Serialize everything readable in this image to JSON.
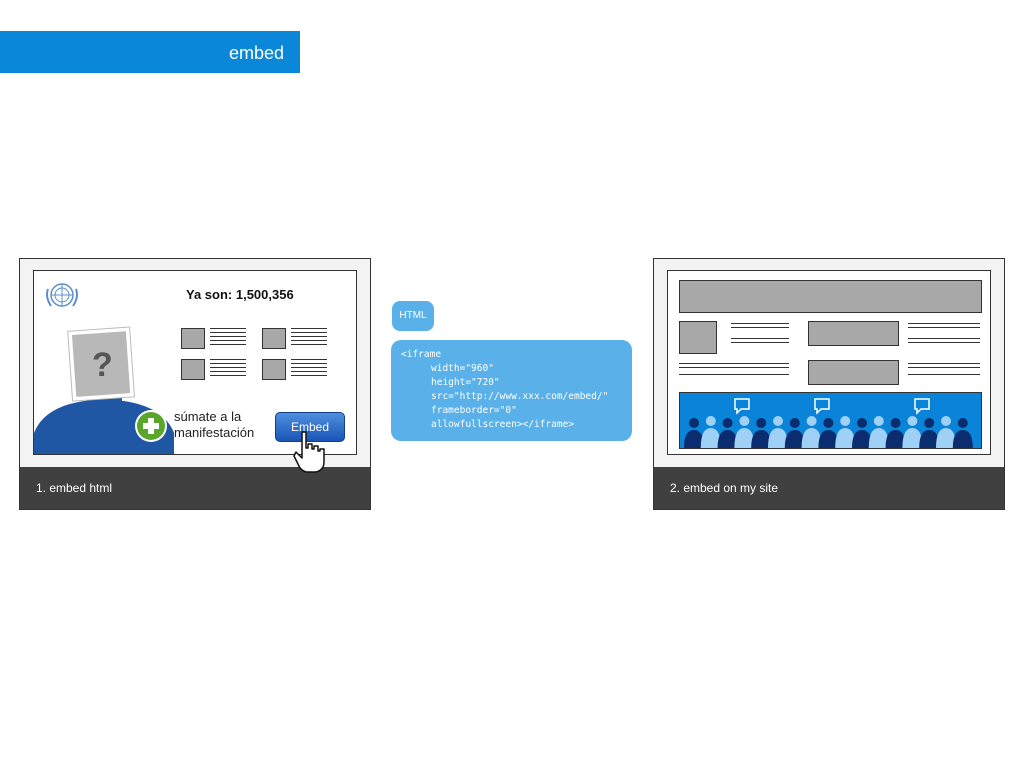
{
  "header": {
    "title": "embed"
  },
  "panel1": {
    "counter": "Ya son: 1,500,356",
    "avatar_glyph": "?",
    "cta_line1": "súmate a la",
    "cta_line2": "manifestación",
    "embed_button": "Embed",
    "caption": "1. embed html"
  },
  "code": {
    "badge": "HTML",
    "lines": [
      "<iframe",
      "width=\"960\"",
      "height=\"720\"",
      "src=\"http://www.xxx.com/embed/\"",
      "frameborder=\"0\"",
      "allowfullscreen></iframe>"
    ]
  },
  "panel2": {
    "caption": "2. embed on my site"
  },
  "colors": {
    "accent": "#0a87d8",
    "code_bg": "#5ab0e8",
    "bar": "#404040",
    "crowd_bg": "#0a84d8"
  },
  "icons": [
    "un-emblem-icon",
    "plus-icon",
    "hand-cursor-icon",
    "speech-bubble-icon"
  ]
}
